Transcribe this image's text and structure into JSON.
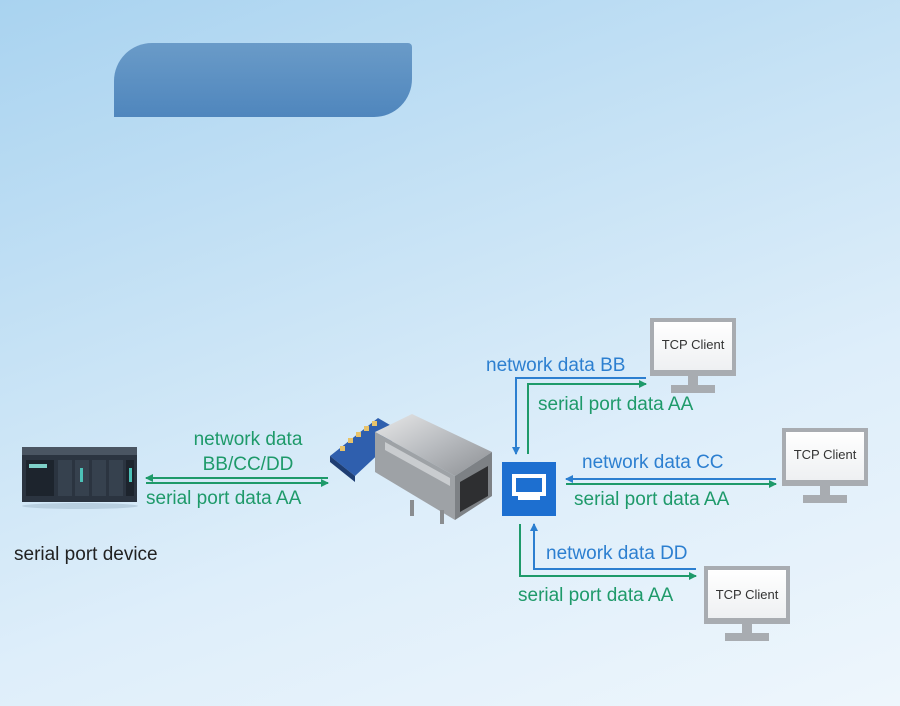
{
  "device": {
    "label": "serial port device"
  },
  "left_link": {
    "network_label_line1": "network data",
    "network_label_line2": "BB/CC/DD",
    "serial_label": "serial port data AA"
  },
  "clients": [
    {
      "name": "TCP Client",
      "network_label": "network data BB",
      "serial_label": "serial port data AA"
    },
    {
      "name": "TCP Client",
      "network_label": "network data CC",
      "serial_label": "serial port data AA"
    },
    {
      "name": "TCP Client",
      "network_label": "network data DD",
      "serial_label": "serial port data AA"
    }
  ],
  "colors": {
    "green": "#1e9a6a",
    "blue": "#2c7fd0",
    "switch": "#1d6fd0"
  },
  "icons": [
    "serial-device-icon",
    "ethernet-module-icon",
    "network-switch-icon",
    "monitor-icon"
  ]
}
